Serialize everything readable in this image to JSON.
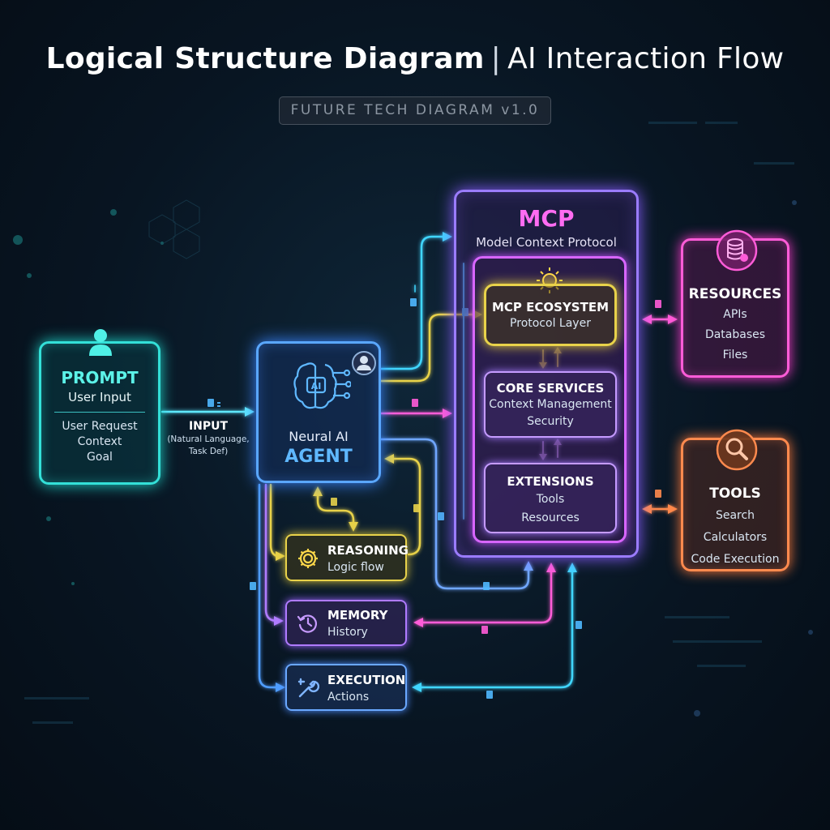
{
  "title": {
    "main": "Logical Structure Diagram",
    "separator": "|",
    "sub": "AI Interaction Flow"
  },
  "badge": "FUTURE TECH DIAGRAM v1.0",
  "prompt": {
    "title": "PROMPT",
    "subtitle": "User Input",
    "lines": [
      "User Request",
      "Context",
      "Goal"
    ]
  },
  "input_label": {
    "title": "INPUT",
    "detail": [
      "(Natural Language,",
      "Task Def)"
    ]
  },
  "agent": {
    "chip_label": "AI",
    "line1": "Neural AI",
    "title": "AGENT"
  },
  "mcp": {
    "title": "MCP",
    "subtitle": "Model Context Protocol",
    "ecosystem": {
      "title": "MCP ECOSYSTEM",
      "text": "Protocol Layer"
    },
    "core": {
      "title": "CORE SERVICES",
      "lines": [
        "Context Management",
        "Security"
      ]
    },
    "extensions": {
      "title": "EXTENSIONS",
      "lines": [
        "Tools",
        "Resources"
      ]
    }
  },
  "resources": {
    "title": "RESOURCES",
    "lines": [
      "APIs",
      "Databases",
      "Files"
    ]
  },
  "tools": {
    "title": "TOOLS",
    "lines": [
      "Search",
      "Calculators",
      "Code Execution"
    ]
  },
  "reasoning": {
    "title": "REASONING",
    "text": "Logic flow"
  },
  "memory": {
    "title": "MEMORY",
    "text": "History"
  },
  "execution": {
    "title": "EXECUTION",
    "text": "Actions"
  },
  "icons": {
    "prompt": "user-icon",
    "agent": "brain-chip-icon",
    "agent_badge": "user-circle-icon",
    "ecosystem": "sun-icon",
    "resources": "database-gear-icon",
    "tools": "magnifier-icon",
    "reasoning": "gear-icon",
    "memory": "history-clock-icon",
    "execution": "wrench-icon",
    "flow": "document-icon"
  },
  "colors": {
    "cyan": "#33e0d8",
    "blue": "#5aa7ff",
    "violet": "#9b7cff",
    "magenta": "#ff5cd8",
    "yellow": "#e8d24a",
    "orange": "#ff8a4e",
    "purple": "#b07bff"
  }
}
